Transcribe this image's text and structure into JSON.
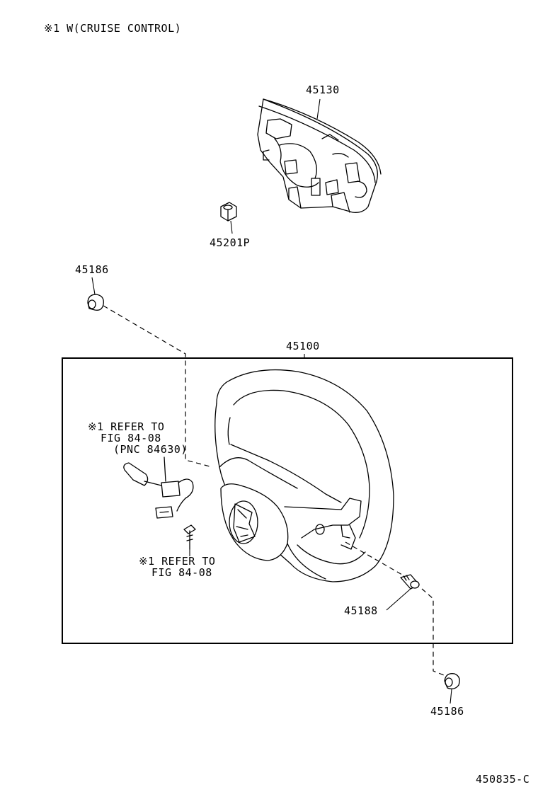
{
  "header_note": "※1 W(CRUISE CONTROL)",
  "parts": {
    "pad": "45130",
    "nut": "45201P",
    "cap_top": "45186",
    "wheel_assy": "45100",
    "bolt": "45188",
    "cap_bottom": "45186"
  },
  "refs": {
    "switch_line1": "※1 REFER TO",
    "switch_line2": "FIG 84-08",
    "switch_line3": "(PNC 84630)",
    "screw_line1": "※1 REFER TO",
    "screw_line2": "FIG 84-08"
  },
  "figure_code": "450835-C"
}
